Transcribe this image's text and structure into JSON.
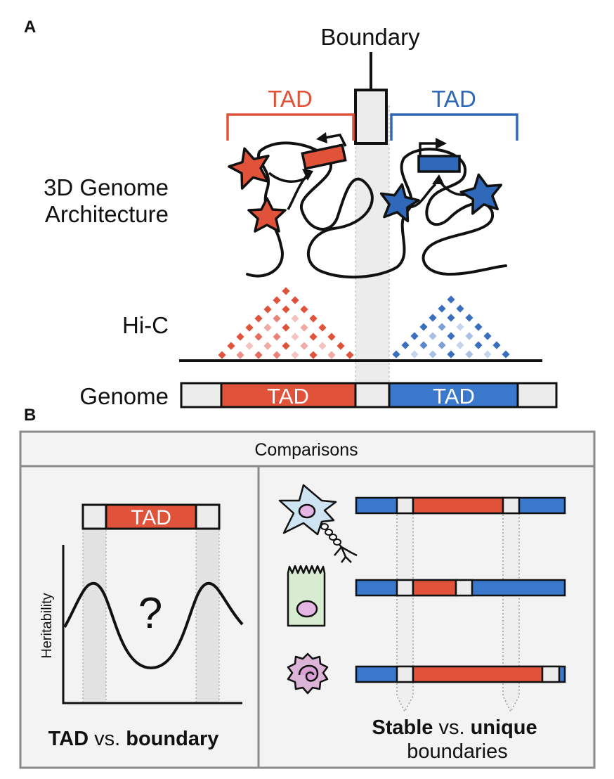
{
  "panel_a": {
    "letter": "A",
    "boundary_label": "Boundary",
    "tad_left_label": "TAD",
    "tad_right_label": "TAD",
    "row_3d_line1": "3D Genome",
    "row_3d_line2": "Architecture",
    "row_hic": "Hi-C",
    "row_genome": "Genome",
    "genome_tad_left": "TAD",
    "genome_tad_right": "TAD"
  },
  "panel_b": {
    "letter": "B",
    "header": "Comparisons",
    "left": {
      "bar_tad_label": "TAD",
      "y_axis_label": "Heritability",
      "question_mark": "?",
      "caption_part1": "TAD",
      "caption_part2": " vs. ",
      "caption_part3": "boundary"
    },
    "right": {
      "cell_types": [
        "neuron-icon",
        "epithelial-cell-icon",
        "immune-cell-icon"
      ],
      "caption_line1_part1": "Stable",
      "caption_line1_part2": " vs. ",
      "caption_line1_part3": "unique",
      "caption_line2": "boundaries"
    }
  },
  "colors": {
    "red": "#e0523a",
    "blue": "#2f68b8",
    "blue_light": "#3a78cc",
    "boundary_gray": "#e8e8e8",
    "panel_bg": "#f3f3f3",
    "panel_border": "#8a8a8a"
  }
}
